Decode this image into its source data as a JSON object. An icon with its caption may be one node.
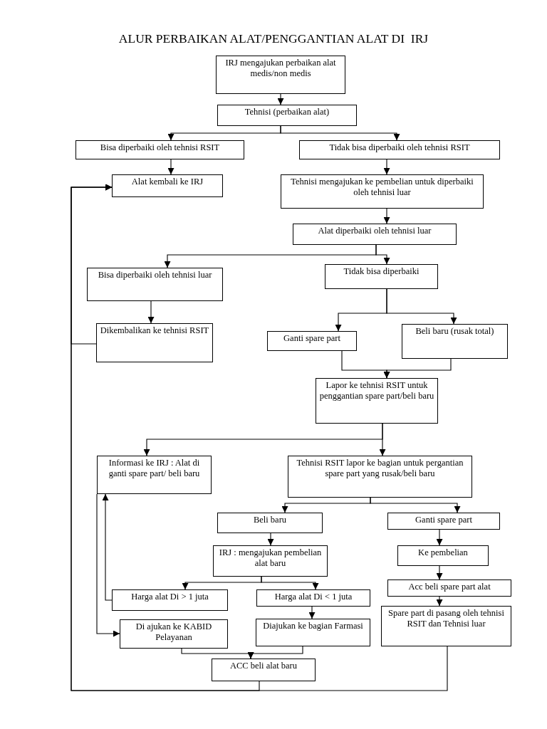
{
  "diagram": {
    "title": "ALUR PERBAIKAN ALAT/PENGGANTIAN ALAT DI  IRJ",
    "nodes": [
      {
        "text": [
          "IRJ mengajukan perbaikan alat medis/non medis"
        ]
      },
      {
        "text": [
          "Tehnisi (perbaikan alat)"
        ]
      },
      {
        "text": [
          "Bisa diperbaiki oleh tehnisi RSIT"
        ]
      },
      {
        "text": [
          "Tidak bisa diperbaiki oleh tehnisi RSIT"
        ]
      },
      {
        "text": [
          "Alat kembali ke IRJ"
        ]
      },
      {
        "text": [
          "Tehnisi mengajukan ke pembelian untuk diperbaiki oleh tehnisi luar"
        ]
      },
      {
        "text": [
          "Alat diperbaiki oleh tehnisi luar"
        ]
      },
      {
        "text": [
          "Bisa diperbaiki oleh tehnisi luar"
        ]
      },
      {
        "text": [
          "Tidak bisa diperbaiki"
        ]
      },
      {
        "text": [
          "Dikembalikan ke tehnisi RSIT"
        ]
      },
      {
        "text": [
          "Ganti spare part"
        ]
      },
      {
        "text": [
          "Beli baru (rusak total)"
        ]
      },
      {
        "text": [
          "Lapor ke tehnisi RSIT untuk penggantian spare part/beli baru"
        ]
      },
      {
        "text": [
          "Informasi ke  IRJ : Alat di ganti spare part/ beli baru"
        ]
      },
      {
        "text": [
          "Tehnisi RSIT lapor ke bagian untuk pergantian spare part yang rusak/beli baru"
        ]
      },
      {
        "text": [
          "Beli baru"
        ]
      },
      {
        "text": [
          "Ganti spare part"
        ]
      },
      {
        "text": [
          "IRJ : mengajukan pembelian alat baru"
        ]
      },
      {
        "text": [
          "Ke pembelian"
        ]
      },
      {
        "text": [
          "Harga alat Di > 1 juta"
        ]
      },
      {
        "text": [
          "Harga alat Di < 1 juta"
        ]
      },
      {
        "text": [
          "Acc beli spare part  alat"
        ]
      },
      {
        "text": [
          "Di ajukan ke KABID Pelayanan"
        ]
      },
      {
        "text": [
          "Diajukan ke bagian Farmasi"
        ]
      },
      {
        "text": [
          "Spare part di pasang oleh tehnisi RSIT dan Tehnisi luar"
        ]
      },
      {
        "text": [
          "ACC beli alat baru"
        ]
      }
    ],
    "edges": [
      {
        "from": 0,
        "to": 1,
        "arrow": "to"
      },
      {
        "from": 1,
        "to": 2,
        "arrow": "to"
      },
      {
        "from": 1,
        "to": 3,
        "arrow": "to"
      },
      {
        "from": 2,
        "to": 4,
        "arrow": "to"
      },
      {
        "from": 3,
        "to": 5,
        "arrow": "to"
      },
      {
        "from": 5,
        "to": 6,
        "arrow": "to"
      },
      {
        "from": 6,
        "to": 7,
        "arrow": "to"
      },
      {
        "from": 6,
        "to": 8,
        "arrow": "to"
      },
      {
        "from": 7,
        "to": 9,
        "arrow": "to"
      },
      {
        "from": 8,
        "to": 10,
        "arrow": "to"
      },
      {
        "from": 8,
        "to": 11,
        "arrow": "to"
      },
      {
        "from": 10,
        "to": 12,
        "arrow": "to"
      },
      {
        "from": 11,
        "to": 12,
        "arrow": "to"
      },
      {
        "from": 12,
        "to": 13,
        "arrow": "to"
      },
      {
        "from": 12,
        "to": 14,
        "arrow": "to"
      },
      {
        "from": 14,
        "to": 15,
        "arrow": "to"
      },
      {
        "from": 14,
        "to": 16,
        "arrow": "to"
      },
      {
        "from": 15,
        "to": 17,
        "arrow": "to"
      },
      {
        "from": 16,
        "to": 18,
        "arrow": "to"
      },
      {
        "from": 17,
        "to": 19,
        "arrow": "to"
      },
      {
        "from": 17,
        "to": 20,
        "arrow": "to"
      },
      {
        "from": 18,
        "to": 21,
        "arrow": "to"
      },
      {
        "from": 21,
        "to": 24,
        "arrow": "to"
      },
      {
        "from": 20,
        "to": 23,
        "arrow": "to"
      },
      {
        "from": 19,
        "to": 13,
        "arrow": "to"
      },
      {
        "from": 13,
        "to": 22,
        "arrow": "to"
      },
      {
        "from": 22,
        "to": 25,
        "arrow": "to"
      },
      {
        "from": 23,
        "to": 25,
        "arrow": "to"
      },
      {
        "from": 9,
        "to": 4,
        "arrow": "to"
      },
      {
        "from": 25,
        "to": 4,
        "arrow": "to"
      },
      {
        "from": 24,
        "to": 4,
        "arrow": "to"
      }
    ]
  }
}
